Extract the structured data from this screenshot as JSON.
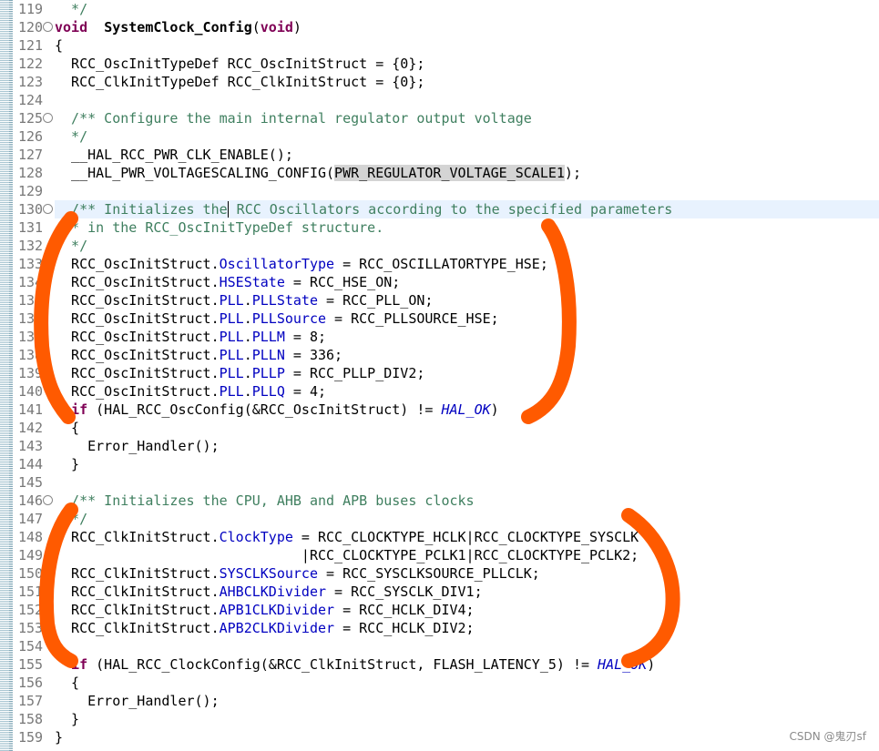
{
  "editor": {
    "lines": [
      {
        "n": "119",
        "fold": "",
        "parts": [
          [
            "cm",
            "  */"
          ]
        ]
      },
      {
        "n": "120",
        "fold": "⊖",
        "parts": [
          [
            "kw",
            "void"
          ],
          [
            "",
            "  "
          ],
          [
            "b",
            "SystemClock_Config"
          ],
          [
            "",
            "("
          ],
          [
            "kw",
            "void"
          ],
          [
            "",
            ")"
          ]
        ]
      },
      {
        "n": "121",
        "fold": "",
        "parts": [
          [
            "",
            "{"
          ]
        ]
      },
      {
        "n": "122",
        "fold": "",
        "parts": [
          [
            "",
            "  RCC_OscInitTypeDef RCC_OscInitStruct = {0};"
          ]
        ]
      },
      {
        "n": "123",
        "fold": "",
        "parts": [
          [
            "",
            "  RCC_ClkInitTypeDef RCC_ClkInitStruct = {0};"
          ]
        ]
      },
      {
        "n": "124",
        "fold": "",
        "parts": [
          [
            "",
            ""
          ]
        ]
      },
      {
        "n": "125",
        "fold": "⊖",
        "parts": [
          [
            "cm",
            "  /** Configure the main internal regulator output voltage"
          ]
        ]
      },
      {
        "n": "126",
        "fold": "",
        "parts": [
          [
            "cm",
            "  */"
          ]
        ]
      },
      {
        "n": "127",
        "fold": "",
        "parts": [
          [
            "",
            "  __HAL_RCC_PWR_CLK_ENABLE();"
          ]
        ]
      },
      {
        "n": "128",
        "fold": "",
        "parts": [
          [
            "",
            "  __HAL_PWR_VOLTAGESCALING_CONFIG("
          ],
          [
            "hl",
            "PWR_REGULATOR_VOLTAGE_SCALE1"
          ],
          [
            "",
            ");"
          ]
        ]
      },
      {
        "n": "129",
        "fold": "",
        "parts": [
          [
            "",
            ""
          ]
        ]
      },
      {
        "n": "130",
        "fold": "⊖",
        "current": true,
        "parts": [
          [
            "cm",
            "  /** Initializes the"
          ],
          [
            "caret",
            ""
          ],
          [
            "cm",
            " RCC Oscillators according to the specified parameters"
          ]
        ]
      },
      {
        "n": "131",
        "fold": "",
        "parts": [
          [
            "cm",
            "  * in the RCC_OscInitTypeDef structure."
          ]
        ]
      },
      {
        "n": "132",
        "fold": "",
        "parts": [
          [
            "cm",
            "  */"
          ]
        ]
      },
      {
        "n": "133",
        "fold": "",
        "parts": [
          [
            "",
            "  RCC_OscInitStruct."
          ],
          [
            "fld",
            "OscillatorType"
          ],
          [
            "",
            " = RCC_OSCILLATORTYPE_HSE;"
          ]
        ]
      },
      {
        "n": "134",
        "fold": "",
        "parts": [
          [
            "",
            "  RCC_OscInitStruct."
          ],
          [
            "fld",
            "HSEState"
          ],
          [
            "",
            " = RCC_HSE_ON;"
          ]
        ]
      },
      {
        "n": "135",
        "fold": "",
        "parts": [
          [
            "",
            "  RCC_OscInitStruct."
          ],
          [
            "fld",
            "PLL"
          ],
          [
            "",
            "."
          ],
          [
            "fld",
            "PLLState"
          ],
          [
            "",
            " = RCC_PLL_ON;"
          ]
        ]
      },
      {
        "n": "136",
        "fold": "",
        "parts": [
          [
            "",
            "  RCC_OscInitStruct."
          ],
          [
            "fld",
            "PLL"
          ],
          [
            "",
            "."
          ],
          [
            "fld",
            "PLLSource"
          ],
          [
            "",
            " = RCC_PLLSOURCE_HSE;"
          ]
        ]
      },
      {
        "n": "137",
        "fold": "",
        "parts": [
          [
            "",
            "  RCC_OscInitStruct."
          ],
          [
            "fld",
            "PLL"
          ],
          [
            "",
            "."
          ],
          [
            "fld",
            "PLLM"
          ],
          [
            "",
            " = 8;"
          ]
        ]
      },
      {
        "n": "138",
        "fold": "",
        "parts": [
          [
            "",
            "  RCC_OscInitStruct."
          ],
          [
            "fld",
            "PLL"
          ],
          [
            "",
            "."
          ],
          [
            "fld",
            "PLLN"
          ],
          [
            "",
            " = 336;"
          ]
        ]
      },
      {
        "n": "139",
        "fold": "",
        "parts": [
          [
            "",
            "  RCC_OscInitStruct."
          ],
          [
            "fld",
            "PLL"
          ],
          [
            "",
            "."
          ],
          [
            "fld",
            "PLLP"
          ],
          [
            "",
            " = RCC_PLLP_DIV2;"
          ]
        ]
      },
      {
        "n": "140",
        "fold": "",
        "parts": [
          [
            "",
            "  RCC_OscInitStruct."
          ],
          [
            "fld",
            "PLL"
          ],
          [
            "",
            "."
          ],
          [
            "fld",
            "PLLQ"
          ],
          [
            "",
            " = 4;"
          ]
        ]
      },
      {
        "n": "141",
        "fold": "",
        "parts": [
          [
            "kw",
            "  if"
          ],
          [
            "",
            " (HAL_RCC_OscConfig(&RCC_OscInitStruct) != "
          ],
          [
            "en",
            "HAL_OK"
          ],
          [
            "",
            ")"
          ]
        ]
      },
      {
        "n": "142",
        "fold": "",
        "parts": [
          [
            "",
            "  {"
          ]
        ]
      },
      {
        "n": "143",
        "fold": "",
        "parts": [
          [
            "",
            "    Error_Handler();"
          ]
        ]
      },
      {
        "n": "144",
        "fold": "",
        "parts": [
          [
            "",
            "  }"
          ]
        ]
      },
      {
        "n": "145",
        "fold": "",
        "parts": [
          [
            "",
            ""
          ]
        ]
      },
      {
        "n": "146",
        "fold": "⊖",
        "parts": [
          [
            "cm",
            "  /** Initializes the CPU, AHB and APB buses clocks"
          ]
        ]
      },
      {
        "n": "147",
        "fold": "",
        "parts": [
          [
            "cm",
            "  */"
          ]
        ]
      },
      {
        "n": "148",
        "fold": "",
        "parts": [
          [
            "",
            "  RCC_ClkInitStruct."
          ],
          [
            "fld",
            "ClockType"
          ],
          [
            "",
            " = RCC_CLOCKTYPE_HCLK|RCC_CLOCKTYPE_SYSCLK"
          ]
        ]
      },
      {
        "n": "149",
        "fold": "",
        "parts": [
          [
            "",
            "                              |RCC_CLOCKTYPE_PCLK1|RCC_CLOCKTYPE_PCLK2;"
          ]
        ]
      },
      {
        "n": "150",
        "fold": "",
        "parts": [
          [
            "",
            "  RCC_ClkInitStruct."
          ],
          [
            "fld",
            "SYSCLKSource"
          ],
          [
            "",
            " = RCC_SYSCLKSOURCE_PLLCLK;"
          ]
        ]
      },
      {
        "n": "151",
        "fold": "",
        "parts": [
          [
            "",
            "  RCC_ClkInitStruct."
          ],
          [
            "fld",
            "AHBCLKDivider"
          ],
          [
            "",
            " = RCC_SYSCLK_DIV1;"
          ]
        ]
      },
      {
        "n": "152",
        "fold": "",
        "parts": [
          [
            "",
            "  RCC_ClkInitStruct."
          ],
          [
            "fld",
            "APB1CLKDivider"
          ],
          [
            "",
            " = RCC_HCLK_DIV4;"
          ]
        ]
      },
      {
        "n": "153",
        "fold": "",
        "parts": [
          [
            "",
            "  RCC_ClkInitStruct."
          ],
          [
            "fld",
            "APB2CLKDivider"
          ],
          [
            "",
            " = RCC_HCLK_DIV2;"
          ]
        ]
      },
      {
        "n": "154",
        "fold": "",
        "parts": [
          [
            "",
            ""
          ]
        ]
      },
      {
        "n": "155",
        "fold": "",
        "parts": [
          [
            "kw",
            "  if"
          ],
          [
            "",
            " (HAL_RCC_ClockConfig(&RCC_ClkInitStruct, FLASH_LATENCY_5) != "
          ],
          [
            "en",
            "HAL_OK"
          ],
          [
            "",
            ")"
          ]
        ]
      },
      {
        "n": "156",
        "fold": "",
        "parts": [
          [
            "",
            "  {"
          ]
        ]
      },
      {
        "n": "157",
        "fold": "",
        "parts": [
          [
            "",
            "    Error_Handler();"
          ]
        ]
      },
      {
        "n": "158",
        "fold": "",
        "parts": [
          [
            "",
            "  }"
          ]
        ]
      },
      {
        "n": "159",
        "fold": "",
        "parts": [
          [
            "",
            "}"
          ]
        ]
      }
    ]
  },
  "colors": {
    "annotation": "#ff5a00",
    "keyword": "#7f0055",
    "comment": "#3f7f5f",
    "field": "#0000c0"
  },
  "watermark": "CSDN @鬼刃sf"
}
